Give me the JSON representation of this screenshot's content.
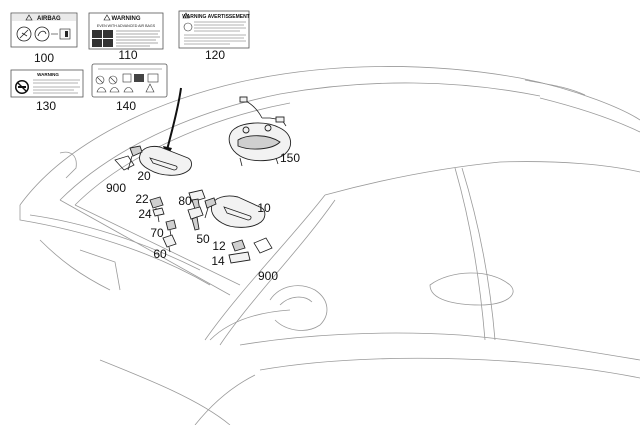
{
  "labels": {
    "100": {
      "title": "AIRBAG"
    },
    "110": {
      "title": "WARNING",
      "line1": "EVEN WITH ADVANCED AIR BAGS"
    },
    "120": {
      "title": "WARNING AVERTISSEMENT"
    },
    "130": {
      "title": "WARNING"
    }
  },
  "callouts": [
    {
      "id": "c100",
      "text": "100"
    },
    {
      "id": "c110",
      "text": "110"
    },
    {
      "id": "c120",
      "text": "120"
    },
    {
      "id": "c130",
      "text": "130"
    },
    {
      "id": "c140",
      "text": "140"
    },
    {
      "id": "c150",
      "text": "150"
    },
    {
      "id": "c900a",
      "text": "900"
    },
    {
      "id": "c20",
      "text": "20"
    },
    {
      "id": "c22",
      "text": "22"
    },
    {
      "id": "c80",
      "text": "80"
    },
    {
      "id": "c24",
      "text": "24"
    },
    {
      "id": "c10",
      "text": "10"
    },
    {
      "id": "c70",
      "text": "70"
    },
    {
      "id": "c50",
      "text": "50"
    },
    {
      "id": "c60",
      "text": "60"
    },
    {
      "id": "c12",
      "text": "12"
    },
    {
      "id": "c14",
      "text": "14"
    },
    {
      "id": "c900b",
      "text": "900"
    }
  ]
}
